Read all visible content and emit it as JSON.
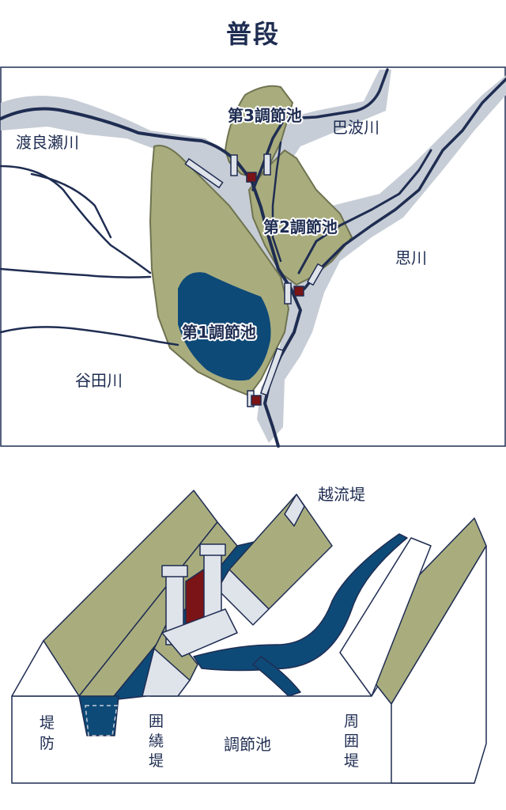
{
  "title": "普段",
  "map": {
    "rivers": {
      "watarase": "渡良瀬川",
      "hagawa": "巴波川",
      "omoigawa": "思川",
      "yatagawa": "谷田川"
    },
    "ponds": {
      "pond3": "第3調節池",
      "pond2": "第2調節池",
      "pond1": "第1調節池"
    }
  },
  "section": {
    "overflow_levee": "越流堤",
    "levee_chars": [
      "堤",
      "防"
    ],
    "surround_chars": [
      "囲",
      "繞",
      "堤"
    ],
    "peripheral_chars": [
      "周",
      "囲",
      "堤"
    ],
    "basin": "調節池"
  },
  "colors": {
    "navy": "#1f2d52",
    "water": "#0e4a78",
    "land": "#a9ad7e",
    "shade": "#c7cdd6",
    "gate": "#7a1416"
  }
}
